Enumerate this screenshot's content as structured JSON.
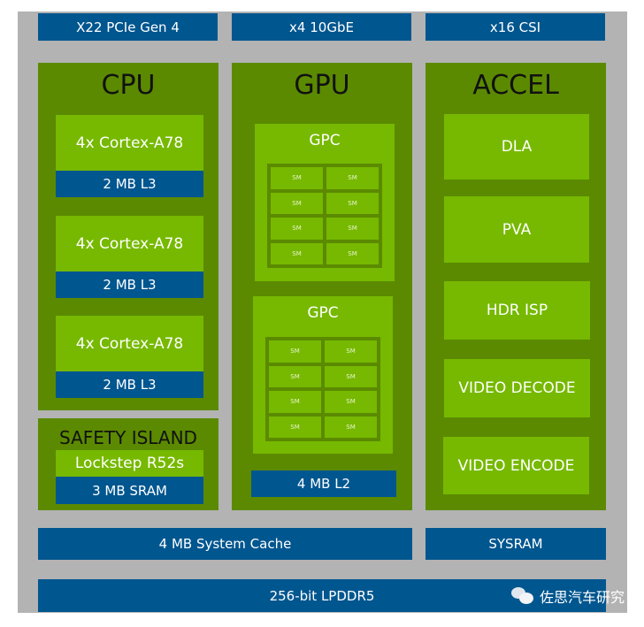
{
  "io": {
    "pcie": "X22 PCIe Gen 4",
    "ethernet": "x4 10GbE",
    "csi": "x16 CSI"
  },
  "cpu": {
    "title": "CPU",
    "clusters": [
      {
        "cores": "4x Cortex-A78",
        "cache": "2 MB L3"
      },
      {
        "cores": "4x Cortex-A78",
        "cache": "2 MB L3"
      },
      {
        "cores": "4x Cortex-A78",
        "cache": "2 MB L3"
      }
    ]
  },
  "safety": {
    "title": "SAFETY ISLAND",
    "cores": "Lockstep R52s",
    "memory": "3 MB SRAM"
  },
  "gpu": {
    "title": "GPU",
    "gpcs": [
      {
        "label": "GPC",
        "sms": [
          "SM",
          "SM",
          "SM",
          "SM",
          "SM",
          "SM",
          "SM",
          "SM"
        ]
      },
      {
        "label": "GPC",
        "sms": [
          "SM",
          "SM",
          "SM",
          "SM",
          "SM",
          "SM",
          "SM",
          "SM"
        ]
      }
    ],
    "cache": "4 MB L2"
  },
  "accel": {
    "title": "ACCEL",
    "units": [
      "DLA",
      "PVA",
      "HDR ISP",
      "VIDEO DECODE",
      "VIDEO ENCODE"
    ]
  },
  "system_cache": "4 MB System Cache",
  "sysram": "SYSRAM",
  "memory": "256-bit LPDDR5",
  "watermark": "佐思汽车研究",
  "colors": {
    "bus_blue": "#00568f",
    "block_green": "#5b8a00",
    "unit_green": "#76b900",
    "frame_gray": "#b3b3b3"
  }
}
